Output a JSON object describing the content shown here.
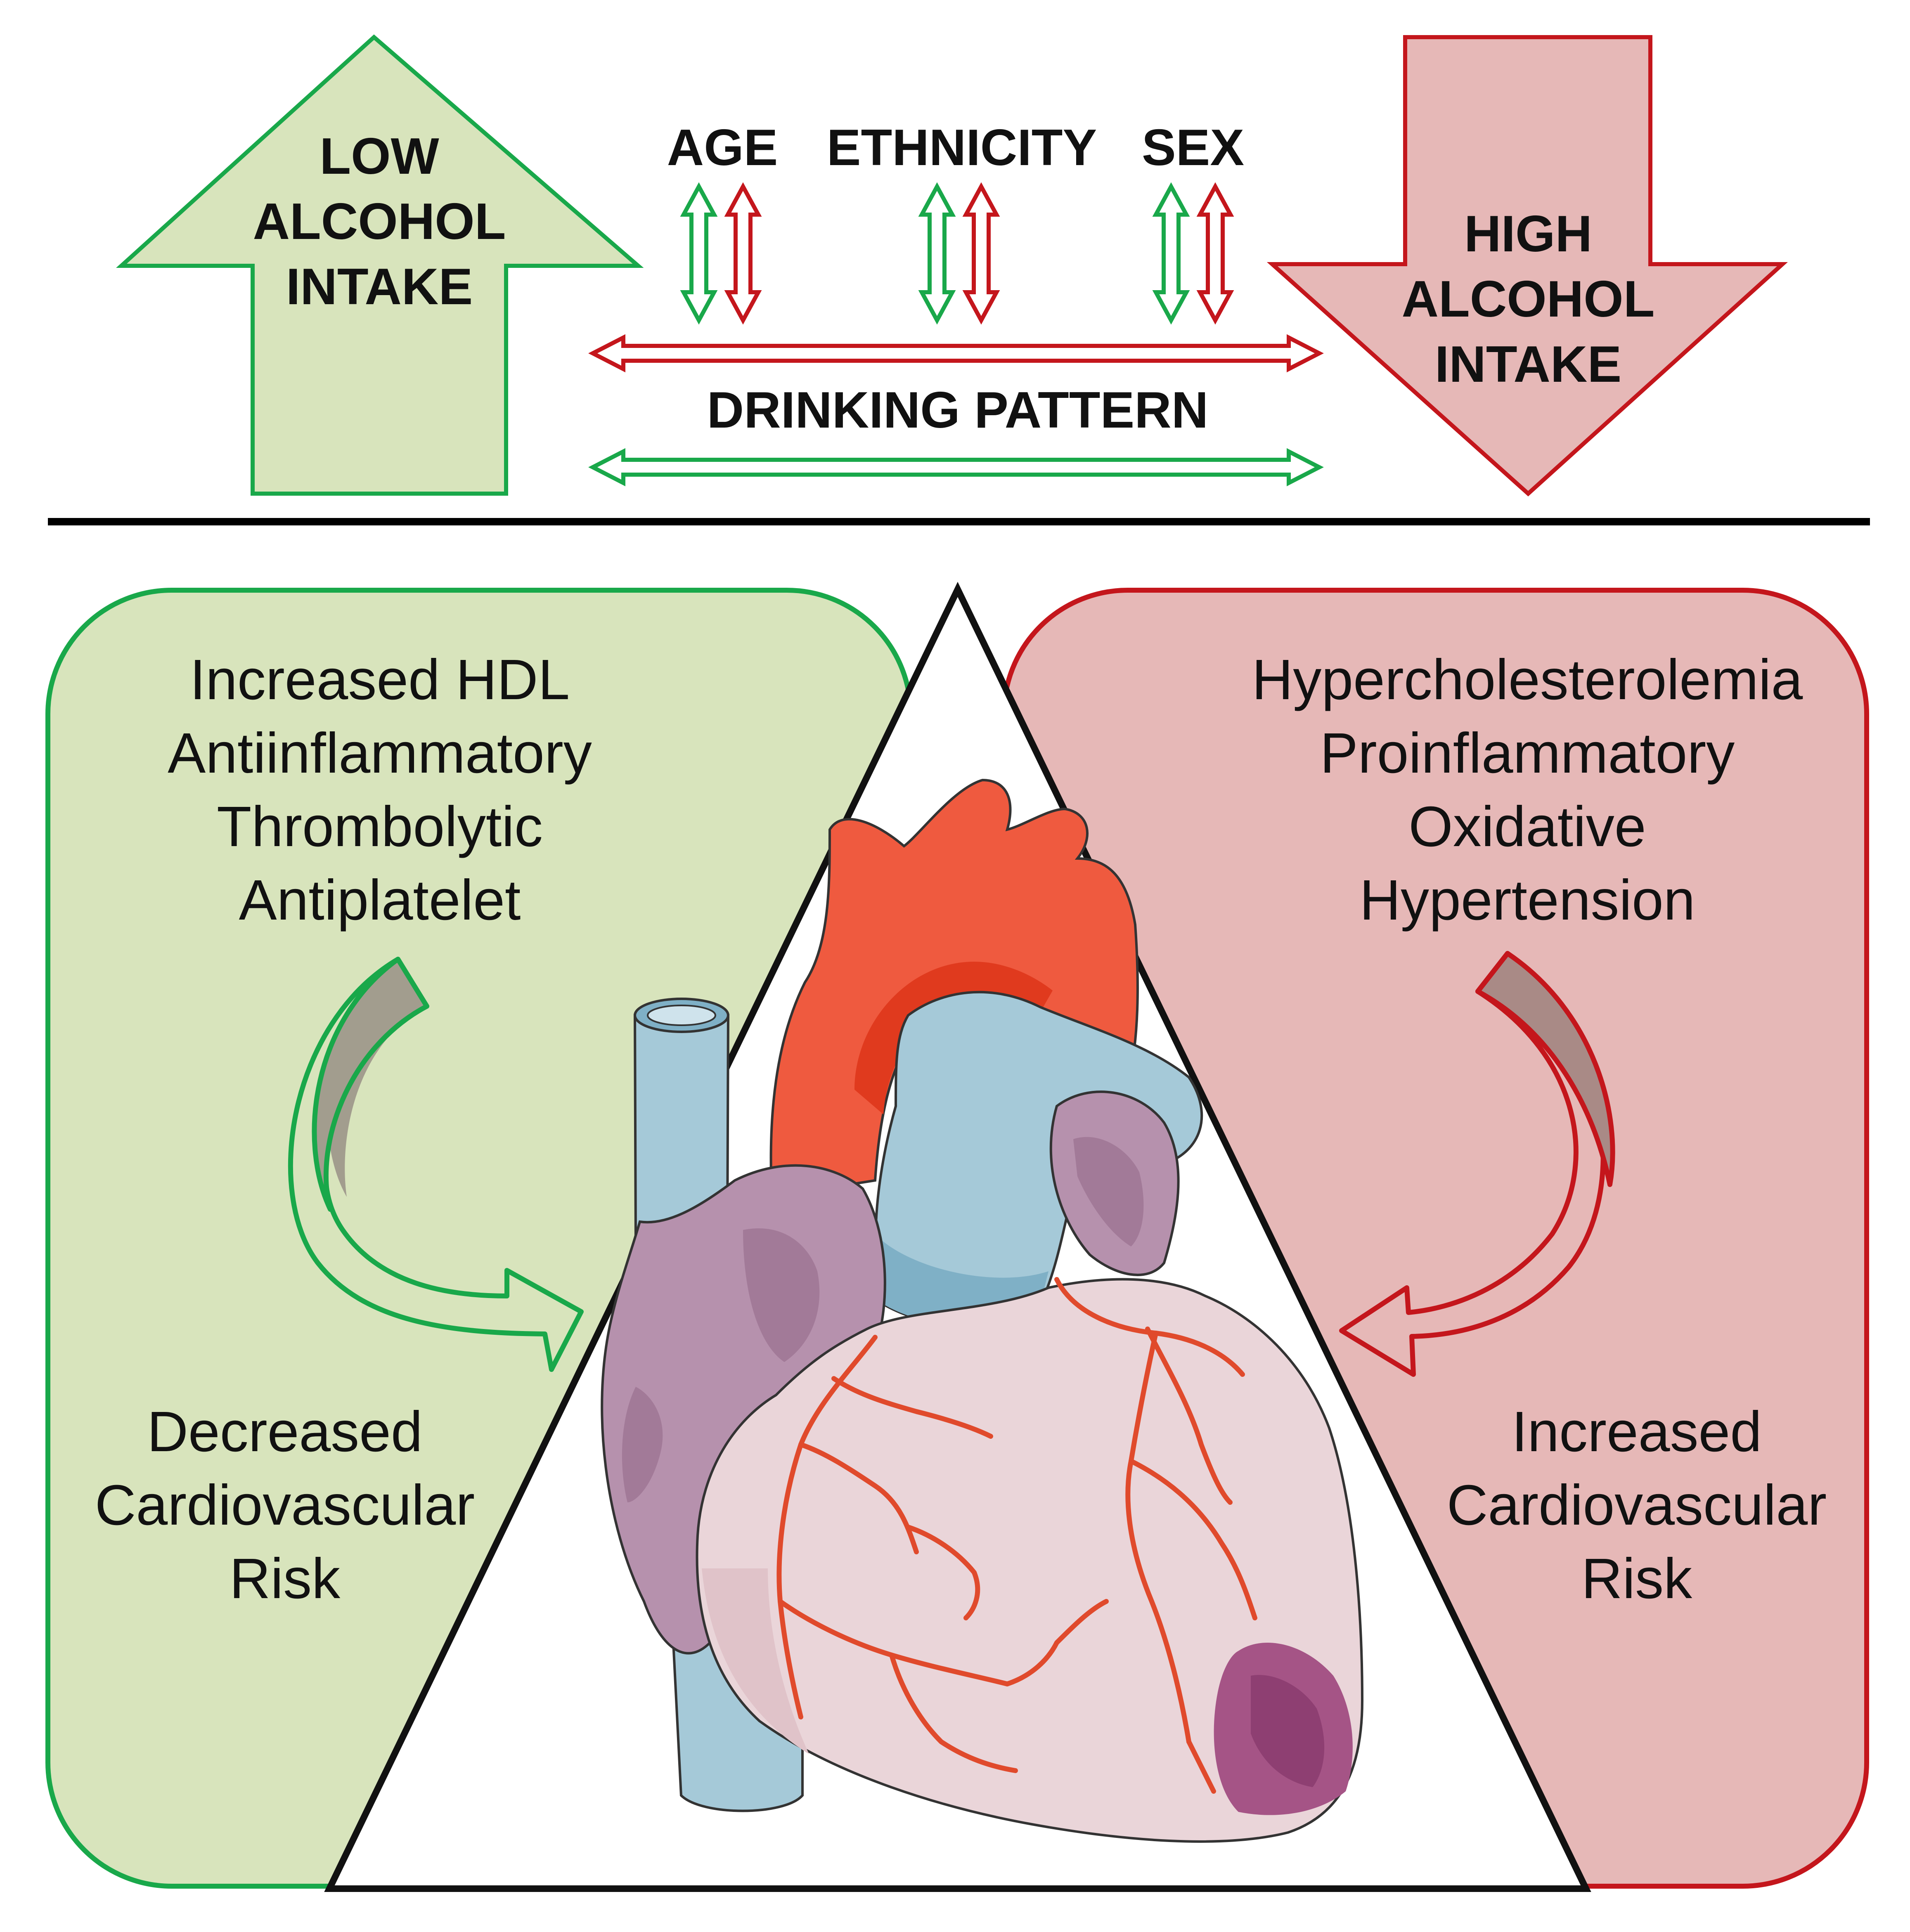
{
  "top": {
    "low_intake_lines": [
      "LOW",
      "ALCOHOL",
      "INTAKE"
    ],
    "high_intake_lines": [
      "HIGH",
      "ALCOHOL",
      "INTAKE"
    ],
    "factors": [
      "AGE",
      "ETHNICITY",
      "SEX"
    ],
    "drinking_pattern": "DRINKING PATTERN"
  },
  "left_panel": {
    "effects": [
      "Increased HDL",
      "Antiinflammatory",
      "Thrombolytic",
      "Antiplatelet"
    ],
    "outcome_lines": [
      "Decreased",
      "Cardiovascular",
      "Risk"
    ]
  },
  "right_panel": {
    "effects": [
      "Hypercholesterolemia",
      "Proinflammatory",
      "Oxidative",
      "Hypertension"
    ],
    "outcome_lines": [
      "Increased",
      "Cardiovascular",
      "Risk"
    ]
  },
  "colors": {
    "green_stroke": "#19a84a",
    "green_fill": "#d8e4bc",
    "red_stroke": "#c4161c",
    "red_fill": "#e6b8b7",
    "aorta": "#ef5a3f",
    "vein_blue": "#a5c9d8",
    "atrium_purple": "#b691ad",
    "ventricle_pink": "#ead5d9",
    "infarct": "#a55486"
  }
}
